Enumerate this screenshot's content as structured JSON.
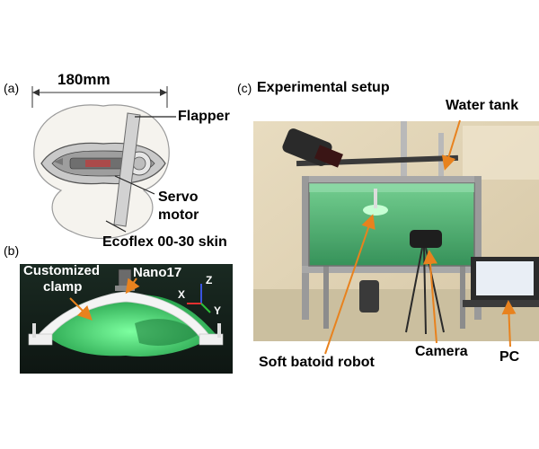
{
  "panel_a": {
    "tag": "(a)",
    "dimension": "180mm",
    "labels": {
      "flapper": "Flapper",
      "servo_line1": "Servo",
      "servo_line2": "motor",
      "skin": "Ecoflex 00-30 skin"
    }
  },
  "panel_b": {
    "tag": "(b)",
    "labels": {
      "clamp_line1": "Customized",
      "clamp_line2": "clamp",
      "sensor": "Nano17",
      "axis_x": "X",
      "axis_y": "Y",
      "axis_z": "Z"
    }
  },
  "panel_c": {
    "tag": "(c)",
    "title": "Experimental setup",
    "labels": {
      "water_tank": "Water tank",
      "robot": "Soft batoid robot",
      "camera": "Camera",
      "pc": "PC"
    }
  },
  "colors": {
    "arrow_orange": "#e8821e",
    "water_green": "#3fb86a",
    "robot_green": "#39d36a",
    "axis_red": "#e23030",
    "axis_green": "#2fbf3a",
    "axis_blue": "#3a54e0"
  }
}
